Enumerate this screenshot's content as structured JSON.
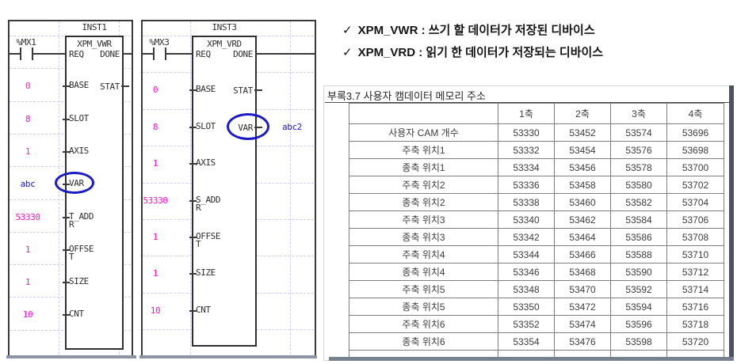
{
  "notes": {
    "items": [
      {
        "check": "✓",
        "text": "XPM_VWR : 쓰기 할 데이터가 저장된 디바이스"
      },
      {
        "check": "✓",
        "text": "XPM_VRD : 읽기 한 데이터가 저장되는 디바이스"
      }
    ]
  },
  "ladder": {
    "panels": [
      {
        "instance": "INST1",
        "function_name": "XPM_VWR",
        "contact": "%MX1",
        "req_pin": "REQ",
        "done_pin": "DONE",
        "inputs": [
          {
            "value": "0",
            "pin": "BASE",
            "out": "STAT"
          },
          {
            "value": "8",
            "pin": "SLOT"
          },
          {
            "value": "1",
            "pin": "AXIS"
          },
          {
            "value": "abc",
            "pin": "VAR",
            "circled": true
          },
          {
            "value": "53330",
            "pin": "T_ADDR"
          },
          {
            "value": "1",
            "pin": "OFFSET"
          },
          {
            "value": "1",
            "pin": "SIZE"
          },
          {
            "value": "10",
            "pin": "CNT"
          }
        ]
      },
      {
        "instance": "INST3",
        "function_name": "XPM_VRD",
        "contact": "%MX3",
        "req_pin": "REQ",
        "done_pin": "DONE",
        "inputs": [
          {
            "value": "0",
            "pin": "BASE",
            "out": "STAT"
          },
          {
            "value": "8",
            "pin": "SLOT",
            "out": "VAR",
            "out_circled": true,
            "out_value": "abc2"
          },
          {
            "value": "1",
            "pin": "AXIS"
          },
          {
            "value": "53330",
            "pin": "S_ADDR"
          },
          {
            "value": "1",
            "pin": "OFFSET"
          },
          {
            "value": "1",
            "pin": "SIZE"
          },
          {
            "value": "10",
            "pin": "CNT"
          }
        ]
      }
    ]
  },
  "doc": {
    "title": "부록3.7 사용자 캠데이터 메모리 주소",
    "table": {
      "headers": [
        "",
        "1축",
        "2축",
        "3축",
        "4축"
      ],
      "rows": [
        [
          "사용자 CAM 개수",
          "53330",
          "53452",
          "53574",
          "53696"
        ],
        [
          "주축 위치1",
          "53332",
          "53454",
          "53576",
          "53698"
        ],
        [
          "종축 위치1",
          "53334",
          "53456",
          "53578",
          "53700"
        ],
        [
          "주축 위치2",
          "53336",
          "53458",
          "53580",
          "53702"
        ],
        [
          "종축 위치2",
          "53338",
          "53460",
          "53582",
          "53704"
        ],
        [
          "주축 위치3",
          "53340",
          "53462",
          "53584",
          "53706"
        ],
        [
          "종축 위치3",
          "53342",
          "53464",
          "53586",
          "53708"
        ],
        [
          "주축 위치4",
          "53344",
          "53466",
          "53588",
          "53710"
        ],
        [
          "종축 위치4",
          "53346",
          "53468",
          "53590",
          "53712"
        ],
        [
          "주축 위치5",
          "53348",
          "53470",
          "53592",
          "53714"
        ],
        [
          "종축 위치5",
          "53350",
          "53472",
          "53594",
          "53716"
        ],
        [
          "주축 위치6",
          "53352",
          "53474",
          "53596",
          "53718"
        ],
        [
          "종축 위치6",
          "53354",
          "53476",
          "53598",
          "53720"
        ]
      ]
    }
  },
  "colors": {
    "operand_number": "#f715cd",
    "operand_symbol": "#1414e0",
    "highlight_ellipse": "#1b1bc8"
  }
}
